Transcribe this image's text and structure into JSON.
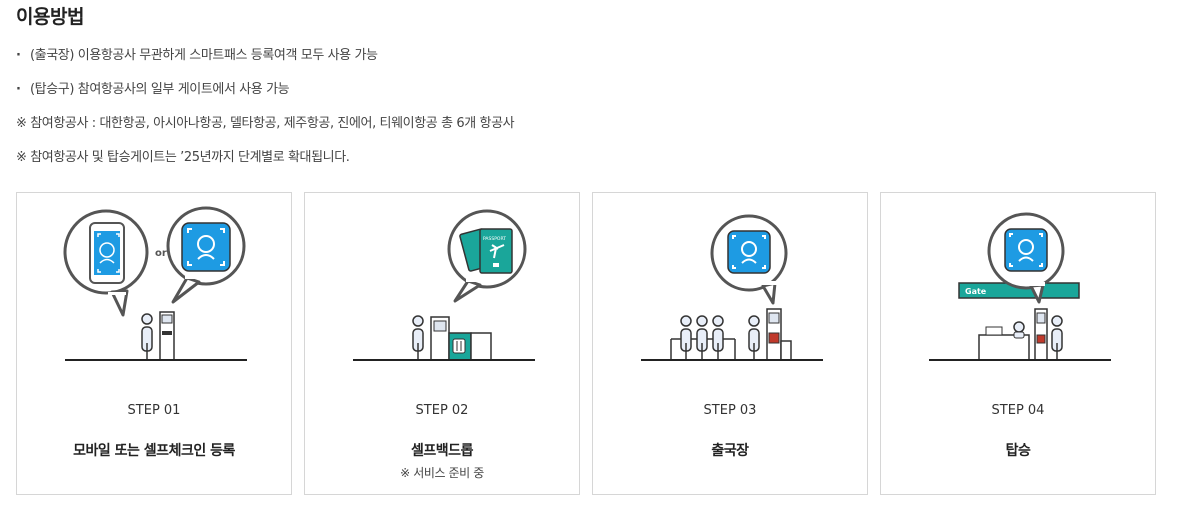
{
  "section": {
    "title": "이용방법",
    "notes": [
      "(출국장) 이용항공사 무관하게 스마트패스 등록여객 모두 사용 가능",
      "(탑승구) 참여항공사의 일부 게이트에서 사용 가능",
      "※ 참여항공사 : 대한항공, 아시아나항공, 델타항공, 제주항공, 진에어, 티웨이항공 총 6개 항공사",
      "※ 참여항공사 및 탑승게이트는 ’25년까지 단계별로 확대됩니다."
    ]
  },
  "steps": [
    {
      "step": "STEP 01",
      "name": "모바일 또는 셀프체크인 등록",
      "or_label": "or",
      "icon": "face-scan-register-illustration"
    },
    {
      "step": "STEP 02",
      "name": "셀프백드롭",
      "sub": "※ 서비스 준비 중",
      "passport_label": "PASSPORT",
      "icon": "self-bag-drop-illustration"
    },
    {
      "step": "STEP 03",
      "name": "출국장",
      "icon": "departure-gate-illustration"
    },
    {
      "step": "STEP 04",
      "name": "탑승",
      "gate_label": "Gate",
      "icon": "boarding-gate-illustration"
    }
  ],
  "colors": {
    "accent_blue": "#1e9be3",
    "teal": "#1aa69a",
    "dark": "#333333",
    "red": "#c0392b"
  }
}
